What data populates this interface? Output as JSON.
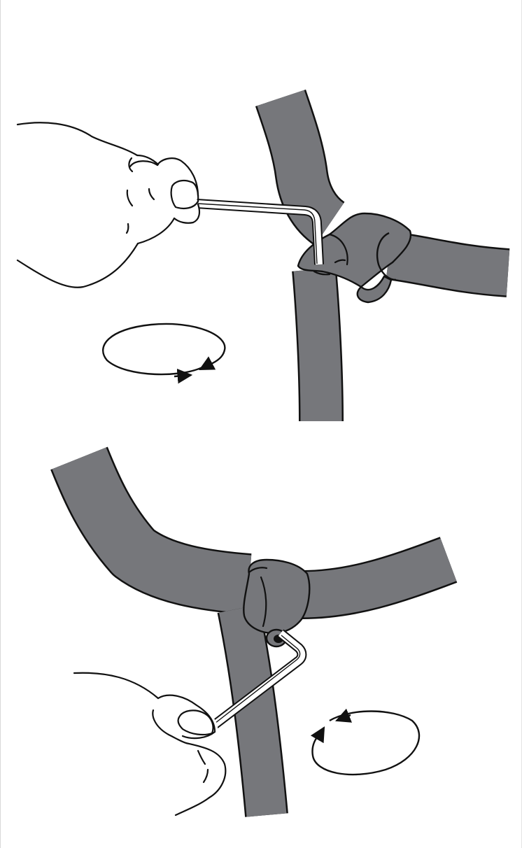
{
  "colors": {
    "background": "#ffffff",
    "frame_tube": "#76777b",
    "outline": "#111111",
    "arrow_fill": "#111111",
    "hand_fill": "#ffffff",
    "wrench_fill": "#ffffff"
  },
  "figures": [
    {
      "panel": "top",
      "action": "tighten",
      "tool": "allen-key",
      "rotation": "clockwise"
    },
    {
      "panel": "bottom",
      "action": "loosen",
      "tool": "allen-key",
      "rotation": "counterclockwise"
    }
  ]
}
